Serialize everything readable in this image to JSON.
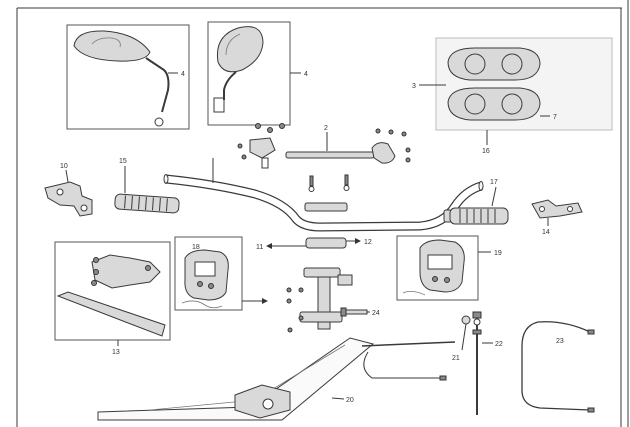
{
  "callouts": {
    "mirror_left": "4",
    "mirror_right": "4",
    "meter_left": "3",
    "meter_right": "7",
    "meter_bottom": "16",
    "throttle_tube": "2",
    "bracket_left": "10",
    "grip_left": "15",
    "grip_right": "17",
    "bracket_right": "14",
    "switch_left": "18",
    "switch_right": "19",
    "lever_group": "13",
    "riser_left": "11",
    "riser_right": "12",
    "bolt": "24",
    "triple_clamp": "20",
    "knob": "21",
    "rod": "22",
    "cable": "23"
  }
}
